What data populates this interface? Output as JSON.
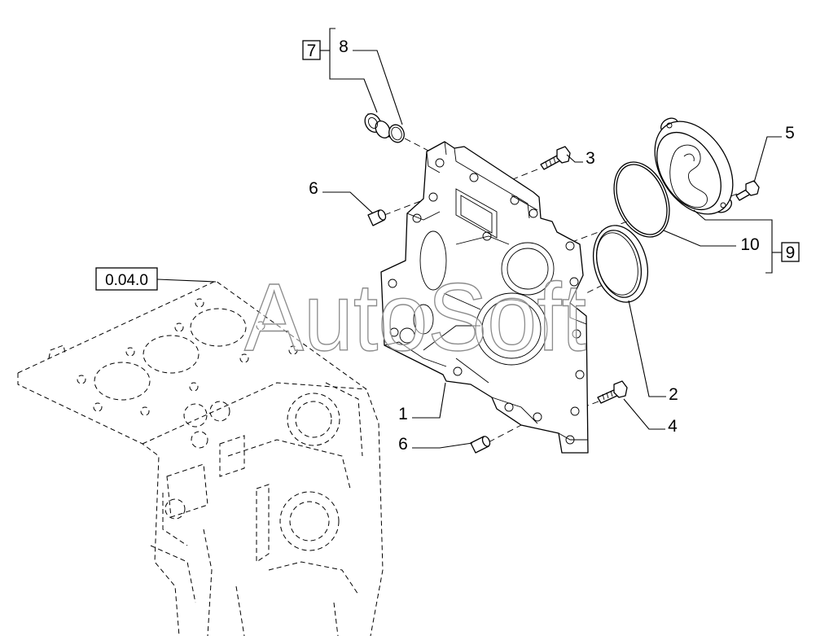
{
  "diagram": {
    "reference_box": "0.04.0",
    "watermark": "AutoSoft",
    "callouts": {
      "part_1": "1",
      "part_2": "2",
      "part_3": "3",
      "part_4": "4",
      "part_5": "5",
      "part_6_top": "6",
      "part_6_bottom": "6",
      "part_8": "8",
      "part_10": "10"
    },
    "boxed_callouts": {
      "part_7": "7",
      "part_9": "9"
    }
  }
}
